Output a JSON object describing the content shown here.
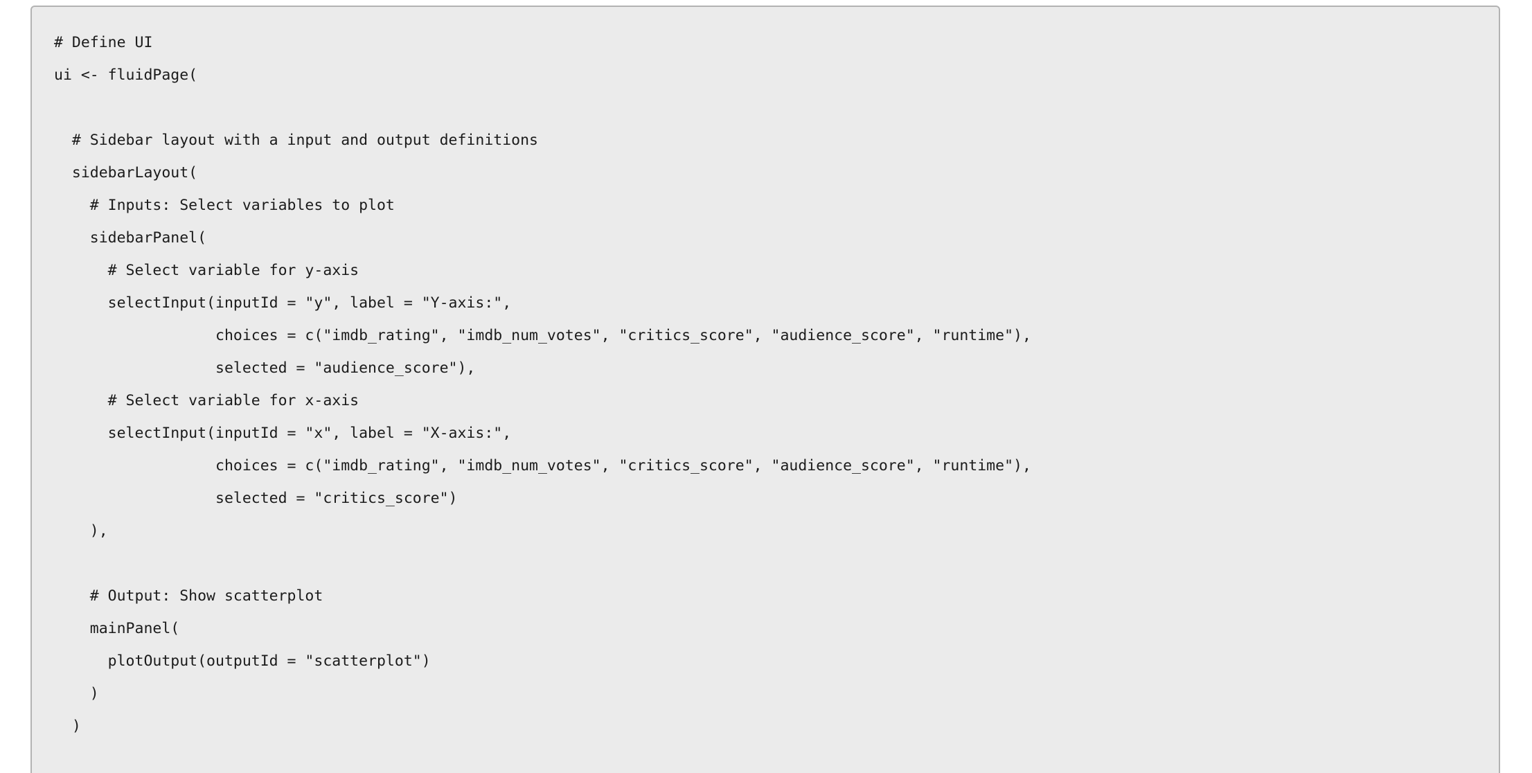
{
  "code_block": {
    "lines": [
      "# Define UI",
      "ui <- fluidPage(",
      "",
      "  # Sidebar layout with a input and output definitions",
      "  sidebarLayout(",
      "    # Inputs: Select variables to plot",
      "    sidebarPanel(",
      "      # Select variable for y-axis",
      "      selectInput(inputId = \"y\", label = \"Y-axis:\",",
      "                  choices = c(\"imdb_rating\", \"imdb_num_votes\", \"critics_score\", \"audience_score\", \"runtime\"),",
      "                  selected = \"audience_score\"),",
      "      # Select variable for x-axis",
      "      selectInput(inputId = \"x\", label = \"X-axis:\",",
      "                  choices = c(\"imdb_rating\", \"imdb_num_votes\", \"critics_score\", \"audience_score\", \"runtime\"),",
      "                  selected = \"critics_score\")",
      "    ),",
      "",
      "    # Output: Show scatterplot",
      "    mainPanel(",
      "      plotOutput(outputId = \"scatterplot\")",
      "    )",
      "  )"
    ],
    "colors": {
      "page_background": "#ffffff",
      "background": "#ebebeb",
      "border": "#b3b3b3",
      "text": "#1b1b1b"
    }
  }
}
